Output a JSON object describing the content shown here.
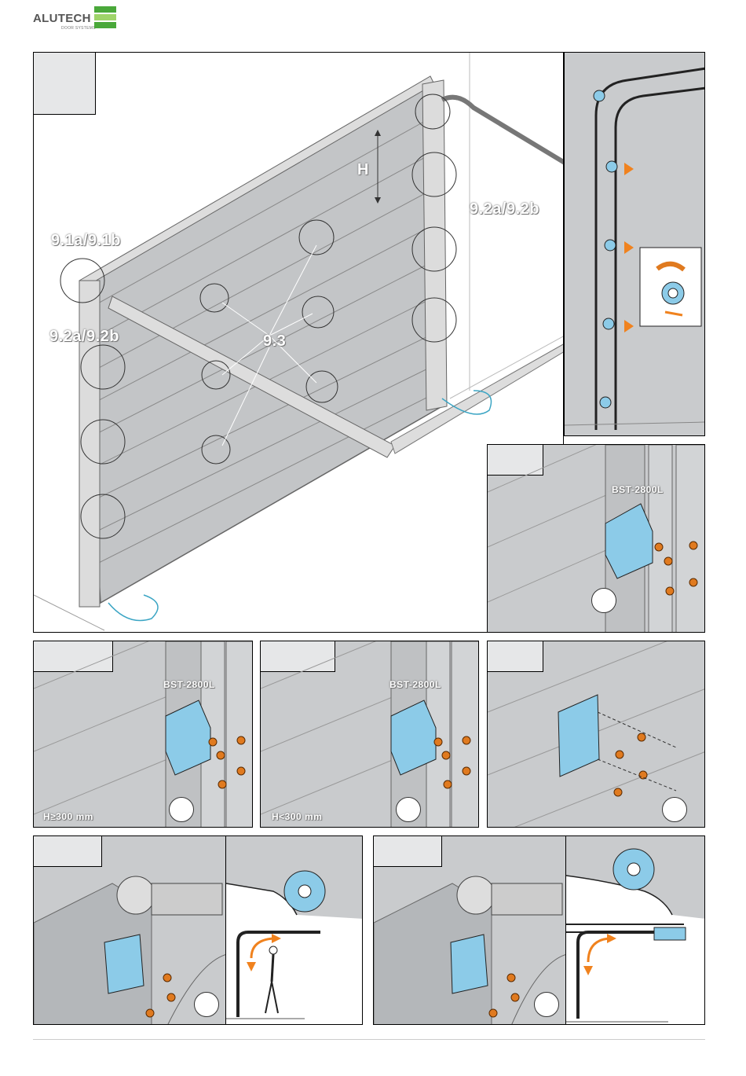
{
  "brand": {
    "name": "ALUTECH",
    "tagline": "DOOR SYSTEMS",
    "colors": {
      "green_dark": "#4aa83a",
      "green_light": "#9fd46a"
    }
  },
  "main_figure": {
    "height_label": "H",
    "callouts": [
      "9.1a/9.1b",
      "9.2a/9.2b",
      "9.2a/9.2b",
      "9.3"
    ]
  },
  "detail_panels": {
    "model_label_a": "BST-2800L",
    "model_label_b": "BST-2800L",
    "model_label_c": "BST-2800L",
    "condition_ge": "H≥300 mm",
    "condition_lt": "H<300 mm"
  },
  "colors": {
    "panel_gray": "#c9cbcd",
    "part_blue": "#8ccbe8",
    "screw_orange": "#e07a1f",
    "arrow_orange": "#f0821e",
    "cable_teal": "#3ba5c4"
  }
}
